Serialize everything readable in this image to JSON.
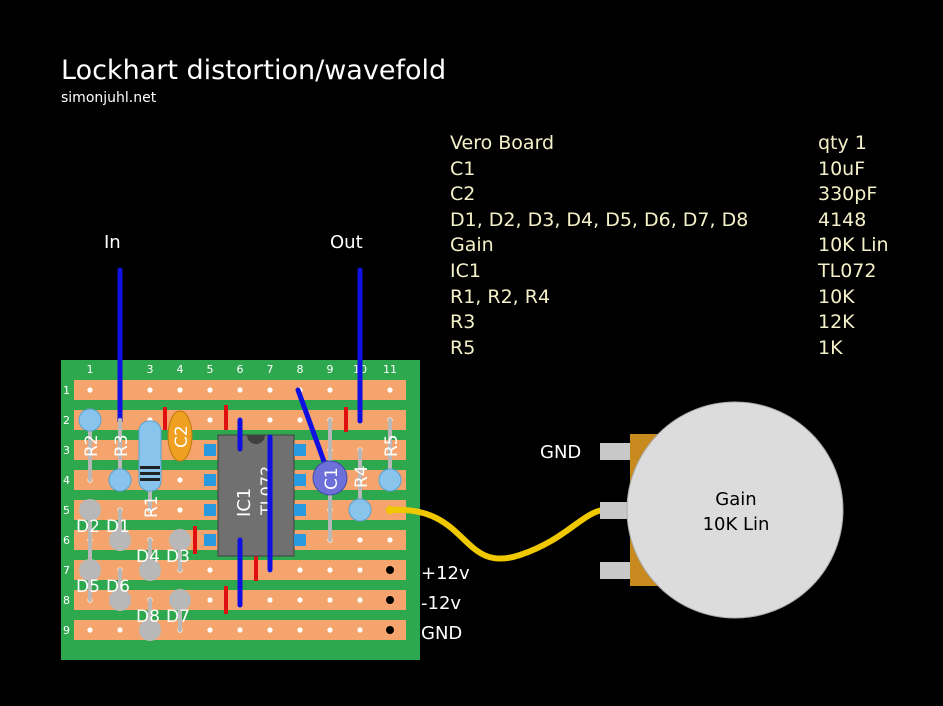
{
  "title": "Lockhart distortion/wavefold",
  "site": "simonjuhl.net",
  "bom": [
    {
      "name": "Vero Board",
      "qty": "qty 1"
    },
    {
      "name": "C1",
      "qty": "10uF"
    },
    {
      "name": "C2",
      "qty": "330pF"
    },
    {
      "name": "D1, D2, D3, D4, D5, D6, D7, D8",
      "qty": "4148"
    },
    {
      "name": "Gain",
      "qty": "10K Lin"
    },
    {
      "name": "IC1",
      "qty": "TL072"
    },
    {
      "name": "R1, R2, R4",
      "qty": "10K"
    },
    {
      "name": "R3",
      "qty": "12K"
    },
    {
      "name": "R5",
      "qty": "1K"
    }
  ],
  "columns": [
    "1",
    "",
    "3",
    "4",
    "5",
    "6",
    "7",
    "8",
    "9",
    "10",
    "11"
  ],
  "rows": [
    "1",
    "2",
    "3",
    "4",
    "5",
    "6",
    "7",
    "8",
    "9"
  ],
  "labels": {
    "in": "In",
    "out": "Out",
    "plus12": "+12v",
    "minus12": "-12v",
    "gnd_rail": "GND",
    "gnd_pot": "GND"
  },
  "components": {
    "r1": "R1",
    "r2": "R2",
    "r3": "R3",
    "r4": "R4",
    "r5": "R5",
    "c1": "C1",
    "c2": "C2",
    "ic1": "IC1",
    "ic_part": "TL072",
    "d1": "D1",
    "d2": "D2",
    "d3": "D3",
    "d4": "D4",
    "d5": "D5",
    "d6": "D6",
    "d7": "D7",
    "d8": "D8"
  },
  "pot": {
    "name": "Gain",
    "value": "10K Lin"
  },
  "colors": {
    "board": "#2ea84f",
    "strip": "#f4a46c",
    "wire": "#1010e0",
    "cut": "#e01010",
    "leg": "#b8b8b8",
    "pot_wire": "#f0c800",
    "pot_body": "#c88a1e"
  }
}
